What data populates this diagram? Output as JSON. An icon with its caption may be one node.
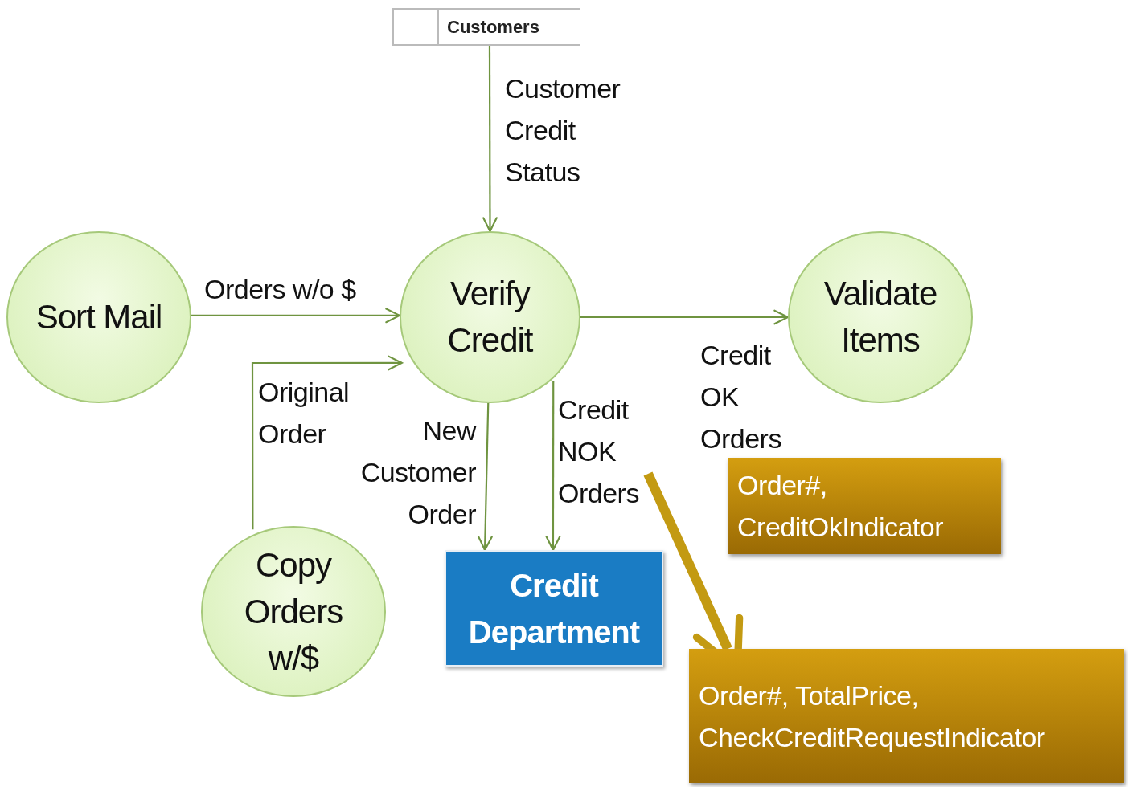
{
  "diagram": {
    "nodes": [
      {
        "text": [
          "Customers"
        ]
      },
      {
        "text": [
          "Sort Mail"
        ]
      },
      {
        "text": [
          "Verify Credit"
        ]
      },
      {
        "text": [
          "Validate Items"
        ]
      },
      {
        "text": [
          "Copy Orders w/$"
        ]
      },
      {
        "text": [
          "Credit Department"
        ]
      },
      {
        "text": [
          "Order#, CreditOkIndicator"
        ]
      },
      {
        "text": [
          "Order#, TotalPrice, CheckCreditRequestIndicator"
        ]
      }
    ],
    "edges": [
      {
        "from": 0,
        "to": 2,
        "arrow": "to",
        "label": "Customer Credit Status"
      },
      {
        "from": 1,
        "to": 2,
        "arrow": "to",
        "label": "Orders w/o $"
      },
      {
        "from": 4,
        "to": 2,
        "arrow": "to",
        "label": "Original Order"
      },
      {
        "from": 2,
        "to": 5,
        "arrow": "to",
        "label": "New Customer Order"
      },
      {
        "from": 2,
        "to": 5,
        "arrow": "to",
        "label": "Credit NOK Orders"
      },
      {
        "from": 2,
        "to": 3,
        "arrow": "to",
        "label": "Credit OK Orders"
      },
      {
        "from": null,
        "to": 7,
        "arrow": "to",
        "style": "thick",
        "color": "#c39a12"
      }
    ]
  }
}
